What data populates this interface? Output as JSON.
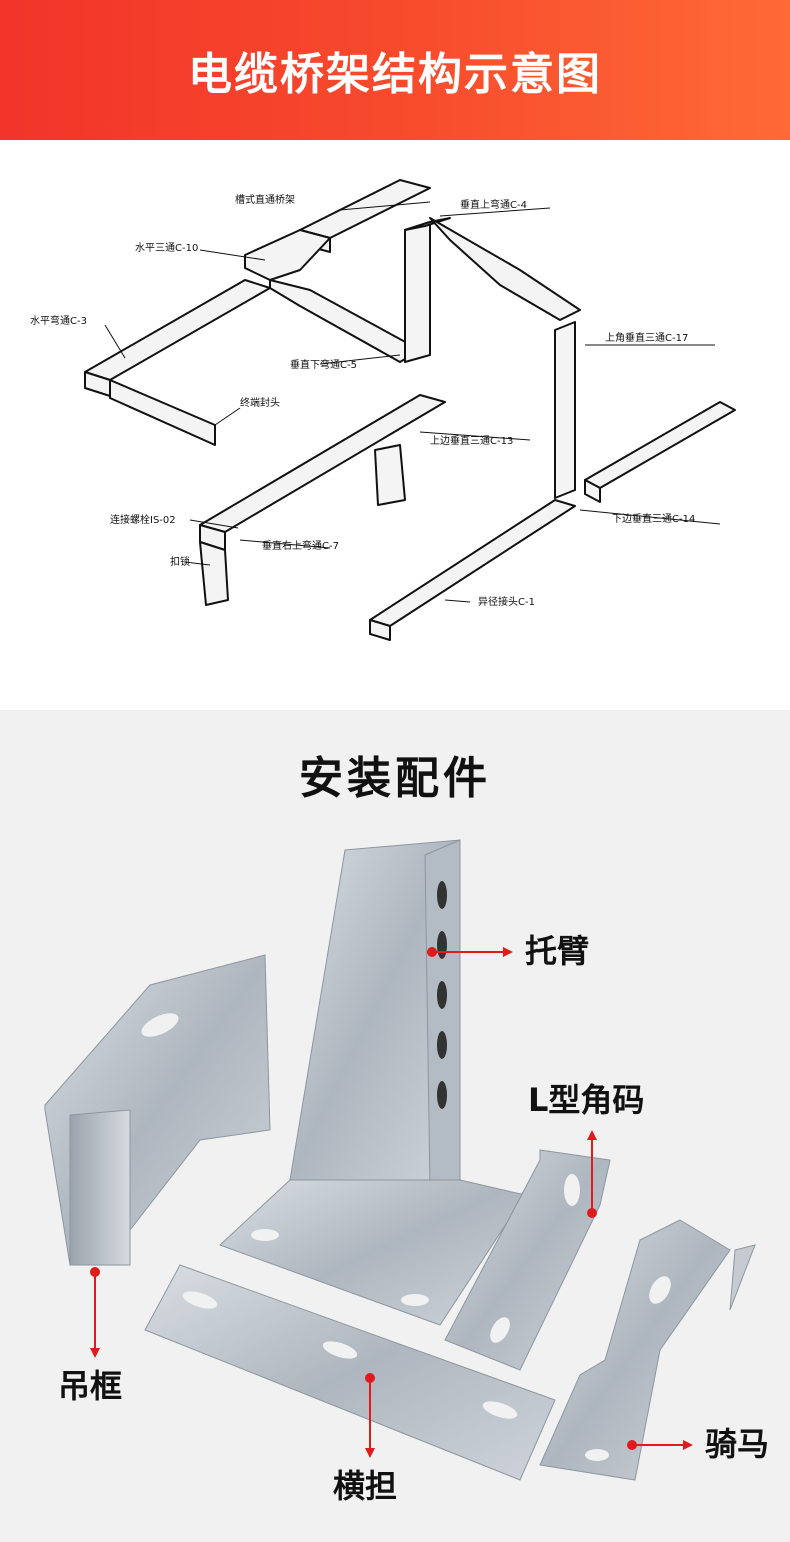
{
  "header": {
    "title": "电缆桥架结构示意图"
  },
  "diagram": {
    "labels": {
      "cao": "槽式直通桥架",
      "c10": "水平三通C-10",
      "c3": "水平弯通C-3",
      "c4": "垂直上弯通C-4",
      "c17": "上角垂直三通C-17",
      "c5": "垂直下弯通C-5",
      "end": "终端封头",
      "c13": "上边垂直三通C-13",
      "is02": "连接螺栓IS-02",
      "c7": "垂直右上弯通C-7",
      "c14": "下边垂直三通C-14",
      "buckle": "扣锁",
      "c1": "异径接头C-1"
    }
  },
  "accessories": {
    "title": "安装配件",
    "labels": {
      "arm": "托臂",
      "angle": "L型角码",
      "frame": "吊框",
      "beam": "横担",
      "saddle": "骑马"
    },
    "colors": {
      "arrow": "#e01b1b",
      "metal": "#b9c0c8"
    }
  }
}
